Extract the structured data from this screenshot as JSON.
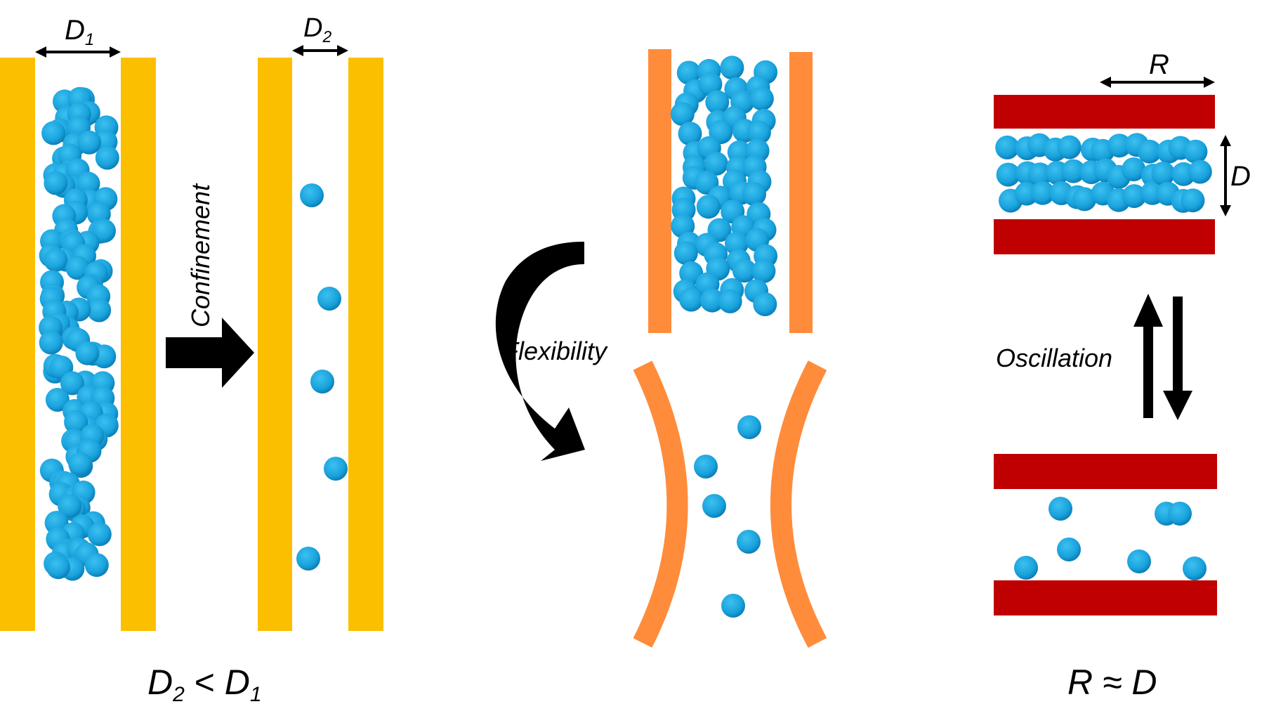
{
  "panel_confinement": {
    "label_d1": "D",
    "label_d1_sub": "1",
    "label_d2": "D",
    "label_d2_sub": "2",
    "process_label": "Confinement",
    "relation_a": "D",
    "relation_a_sub": "2",
    "relation_op": " < ",
    "relation_b": "D",
    "relation_b_sub": "1"
  },
  "panel_flexibility": {
    "process_label": "Flexibility"
  },
  "panel_oscillation": {
    "label_r": "R",
    "label_d": "D",
    "process_label": "Oscillation",
    "relation": "R ≈ D"
  },
  "colors": {
    "wall_yellow": "#FBBF00",
    "wall_orange": "#FF8C3B",
    "wall_red": "#C00000",
    "particle": "#19A2DC",
    "particle_dark": "#0B7FB8",
    "arrow": "#000000"
  }
}
